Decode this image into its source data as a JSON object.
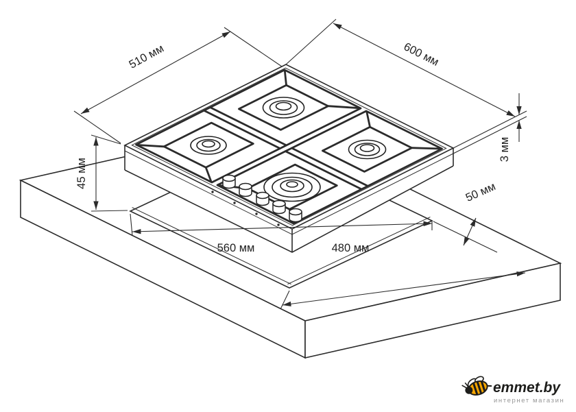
{
  "dimensions": {
    "hob_width": "510 мм",
    "hob_depth": "600 мм",
    "rim_height": "3 мм",
    "body_height": "45 мм",
    "edge_clearance": "50 мм",
    "cutout_width": "560 мм",
    "cutout_depth": "480 мм"
  },
  "logo": {
    "brand": "emmet.by",
    "tagline": "интернет магазин",
    "accent_color": "#f7a600",
    "text_color": "#1d1d1b"
  },
  "drawing": {
    "line_color": "#2b2b2b",
    "background": "#ffffff"
  }
}
